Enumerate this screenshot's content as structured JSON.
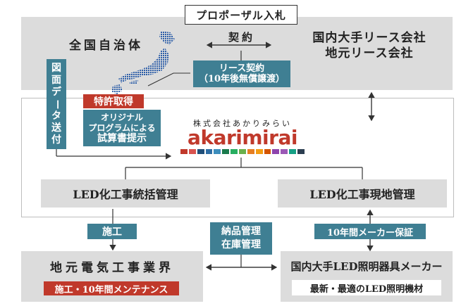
{
  "proposal": "プロポーザル入札",
  "keiyaku": "契約",
  "municipalities": "全国自治体",
  "lease_company_lines": [
    "国内大手リース会社",
    "地元リース会社"
  ],
  "lease_contract_lines": [
    "リース契約",
    "（10年後無償譲渡）"
  ],
  "data_send_chars": [
    "図",
    "面",
    "デ",
    "ー",
    "タ",
    "送",
    "付"
  ],
  "patent": "特許取得",
  "original_program_lines": [
    "オリジナル",
    "プログラムによる",
    "試算書提示"
  ],
  "company_kana": "株式会社あかりみらい",
  "logo_text": "akarimirai",
  "logo_colors": [
    "#c0392b",
    "#d9534f",
    "#1f4e79",
    "#2e6da4",
    "#3c8dbc",
    "#1a7a4c",
    "#27ae60",
    "#6ab04c",
    "#e67e22",
    "#f39c12",
    "#d35400",
    "#8e44ad",
    "#9b59b6",
    "#16a085",
    "#2c3e50"
  ],
  "led_overall": "LED化工事統括管理",
  "led_site": "LED化工事現地管理",
  "construction": "施工",
  "inventory_lines": [
    "納品管理",
    "在庫管理"
  ],
  "warranty": "10年間メーカー保証",
  "local_electric": "地元電気工事業界",
  "maintenance": "施工・10年間メンテナンス",
  "maker": "国内大手LED照明器具メーカー",
  "latest_led": "最新・最適のLED照明機材"
}
